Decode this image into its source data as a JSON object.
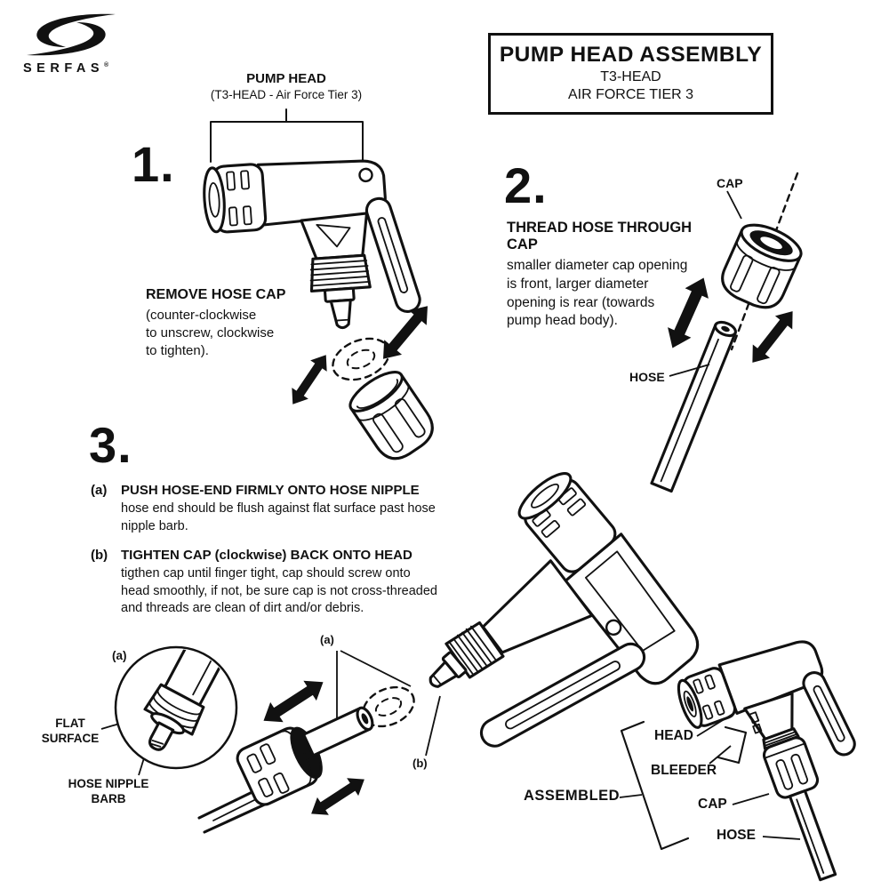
{
  "brand": {
    "name": "SERFAS",
    "reg": "®"
  },
  "title_box": {
    "line1": "PUMP HEAD ASSEMBLY",
    "line2": "T3-HEAD",
    "line3": "AIR FORCE TIER 3"
  },
  "step1": {
    "number": "1.",
    "part_title": "PUMP HEAD",
    "part_sub": "(T3-HEAD - Air Force Tier 3)",
    "heading": "REMOVE HOSE CAP",
    "body": "(counter-clockwise\nto unscrew, clockwise\nto tighten)."
  },
  "step2": {
    "number": "2.",
    "heading": "THREAD HOSE THROUGH CAP",
    "body": "smaller diameter cap opening\nis front, larger diameter\nopening is rear (towards\npump head body).",
    "cap_label": "CAP",
    "hose_label": "HOSE"
  },
  "step3": {
    "number": "3.",
    "a": {
      "marker": "(a)",
      "heading": "PUSH HOSE-END FIRMLY ONTO HOSE NIPPLE",
      "body": "hose end should be flush against flat surface past hose\nnipple barb."
    },
    "b": {
      "marker": "(b)",
      "heading": "TIGHTEN CAP (clockwise) BACK ONTO HEAD",
      "body": "tigthen cap until finger tight, cap should screw onto\nhead smoothly, if not, be sure cap is not cross-threaded\nand threads are clean of dirt and/or debris."
    },
    "detail_marker": "(a)",
    "flat_surface_label": "FLAT\nSURFACE",
    "hose_nipple_barb_label": "HOSE NIPPLE\nBARB",
    "diagram_a_marker": "(a)",
    "diagram_b_marker": "(b)"
  },
  "assembled": {
    "label": "ASSEMBLED",
    "head_label": "HEAD",
    "bleeder_label": "BLEEDER",
    "cap_label": "CAP",
    "hose_label": "HOSE"
  },
  "colors": {
    "ink": "#111111",
    "paper": "#ffffff"
  }
}
